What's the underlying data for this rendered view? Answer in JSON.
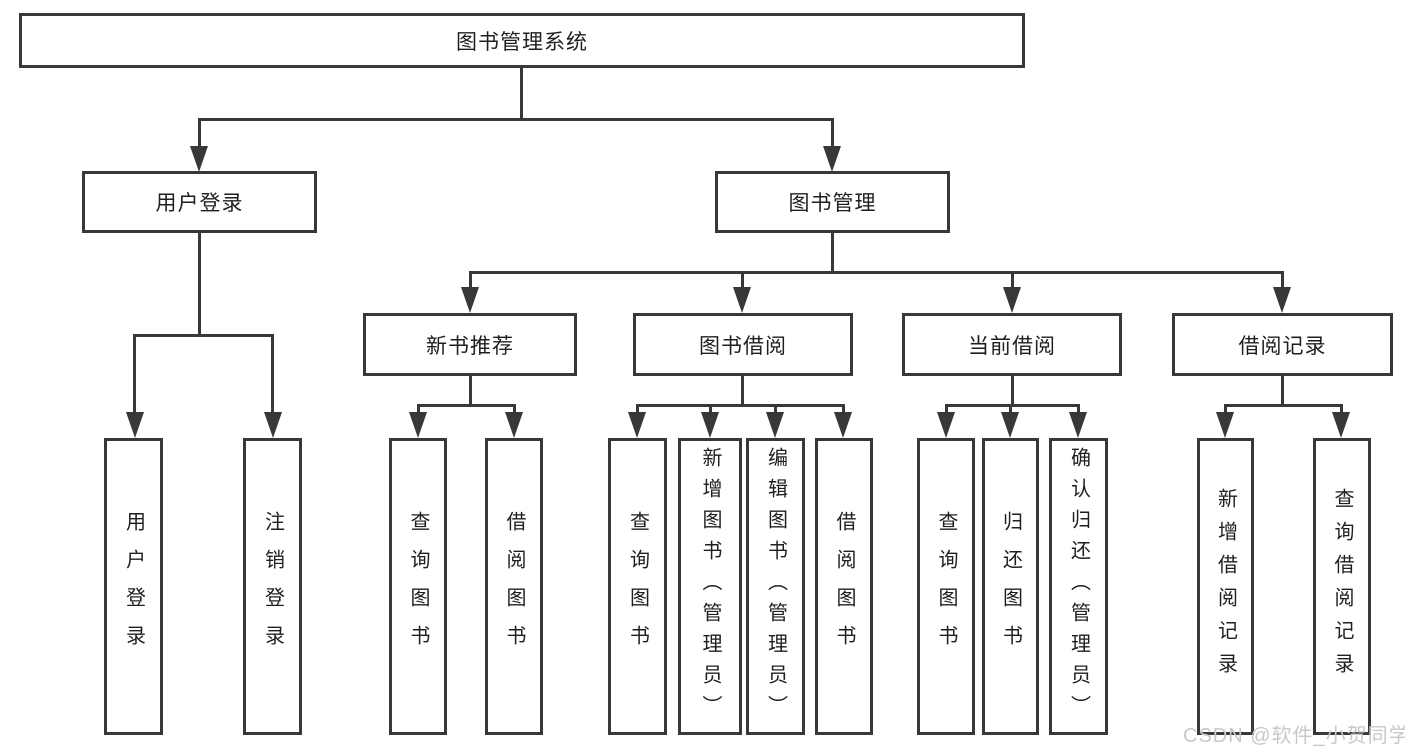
{
  "colors": {
    "line": "#383838",
    "text": "#1f1f1f",
    "background": "#ffffff",
    "watermark": "#c8c8c8"
  },
  "diagram": {
    "root": {
      "label": "图书管理系统"
    },
    "level2": [
      {
        "label": "用户登录"
      },
      {
        "label": "图书管理"
      }
    ],
    "level3": [
      {
        "label": "新书推荐",
        "parent": "图书管理"
      },
      {
        "label": "图书借阅",
        "parent": "图书管理"
      },
      {
        "label": "当前借阅",
        "parent": "图书管理"
      },
      {
        "label": "借阅记录",
        "parent": "图书管理"
      }
    ],
    "leaves": [
      {
        "label": "用户登录",
        "parent": "用户登录"
      },
      {
        "label": "注销登录",
        "parent": "用户登录"
      },
      {
        "label": "查询图书",
        "parent": "新书推荐"
      },
      {
        "label": "借阅图书",
        "parent": "新书推荐"
      },
      {
        "label": "查询图书",
        "parent": "图书借阅"
      },
      {
        "label": "新增图书（管理员）",
        "parent": "图书借阅"
      },
      {
        "label": "编辑图书（管理员）",
        "parent": "图书借阅"
      },
      {
        "label": "借阅图书",
        "parent": "图书借阅"
      },
      {
        "label": "查询图书",
        "parent": "当前借阅"
      },
      {
        "label": "归还图书",
        "parent": "当前借阅"
      },
      {
        "label": "确认归还（管理员）",
        "parent": "当前借阅"
      },
      {
        "label": "新增借阅记录",
        "parent": "借阅记录"
      },
      {
        "label": "查询借阅记录",
        "parent": "借阅记录"
      }
    ]
  },
  "watermark": {
    "text": "CSDN @软件_小贺同学"
  }
}
